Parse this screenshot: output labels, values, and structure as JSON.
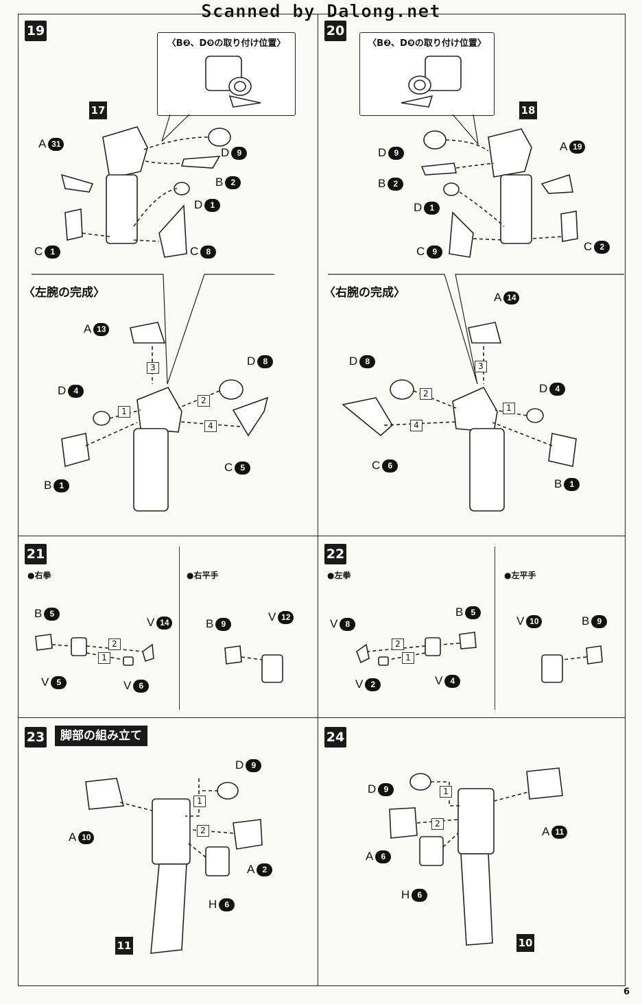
{
  "watermark": "Scanned by Dalong.net",
  "page_number": "6",
  "steps": {
    "s19": {
      "number": "19",
      "callout": "〈B❷、D❾の取り付け位置〉",
      "section_title": "〈左腕の完成〉"
    },
    "s20": {
      "number": "20",
      "callout": "〈B❷、D❾の取り付け位置〉",
      "section_title": "〈右腕の完成〉"
    },
    "s21": {
      "number": "21",
      "sub_left": "●右拳",
      "sub_right": "●右平手"
    },
    "s22": {
      "number": "22",
      "sub_left": "●左拳",
      "sub_right": "●左平手"
    },
    "s23": {
      "number": "23",
      "title": "脚部の組み立て"
    },
    "s24": {
      "number": "24"
    }
  },
  "badges": {
    "b17": "17",
    "b18": "18",
    "b11": "11",
    "b10": "10"
  },
  "labels": {
    "s19": [
      {
        "l": "A",
        "n": "31"
      },
      {
        "l": "D",
        "n": "9"
      },
      {
        "l": "B",
        "n": "2"
      },
      {
        "l": "D",
        "n": "1"
      },
      {
        "l": "C",
        "n": "1"
      },
      {
        "l": "C",
        "n": "8"
      },
      {
        "l": "A",
        "n": "13"
      },
      {
        "l": "D",
        "n": "8"
      },
      {
        "l": "D",
        "n": "4"
      },
      {
        "l": "C",
        "n": "5"
      },
      {
        "l": "B",
        "n": "1"
      }
    ],
    "s20": [
      {
        "l": "D",
        "n": "9"
      },
      {
        "l": "A",
        "n": "19"
      },
      {
        "l": "B",
        "n": "2"
      },
      {
        "l": "D",
        "n": "1"
      },
      {
        "l": "C",
        "n": "9"
      },
      {
        "l": "C",
        "n": "2"
      },
      {
        "l": "A",
        "n": "14"
      },
      {
        "l": "D",
        "n": "8"
      },
      {
        "l": "D",
        "n": "4"
      },
      {
        "l": "C",
        "n": "6"
      },
      {
        "l": "B",
        "n": "1"
      }
    ],
    "s21": [
      {
        "l": "B",
        "n": "5"
      },
      {
        "l": "V",
        "n": "14"
      },
      {
        "l": "V",
        "n": "5"
      },
      {
        "l": "V",
        "n": "6"
      },
      {
        "l": "B",
        "n": "9"
      },
      {
        "l": "V",
        "n": "12"
      }
    ],
    "s22": [
      {
        "l": "B",
        "n": "5"
      },
      {
        "l": "V",
        "n": "8"
      },
      {
        "l": "V",
        "n": "2"
      },
      {
        "l": "V",
        "n": "4"
      },
      {
        "l": "V",
        "n": "10"
      },
      {
        "l": "B",
        "n": "9"
      }
    ],
    "s23": [
      {
        "l": "D",
        "n": "9"
      },
      {
        "l": "A",
        "n": "10"
      },
      {
        "l": "A",
        "n": "2"
      },
      {
        "l": "H",
        "n": "6"
      }
    ],
    "s24": [
      {
        "l": "D",
        "n": "9"
      },
      {
        "l": "A",
        "n": "11"
      },
      {
        "l": "A",
        "n": "6"
      },
      {
        "l": "H",
        "n": "6"
      }
    ]
  },
  "order_marks": [
    "1",
    "2",
    "3",
    "4"
  ]
}
